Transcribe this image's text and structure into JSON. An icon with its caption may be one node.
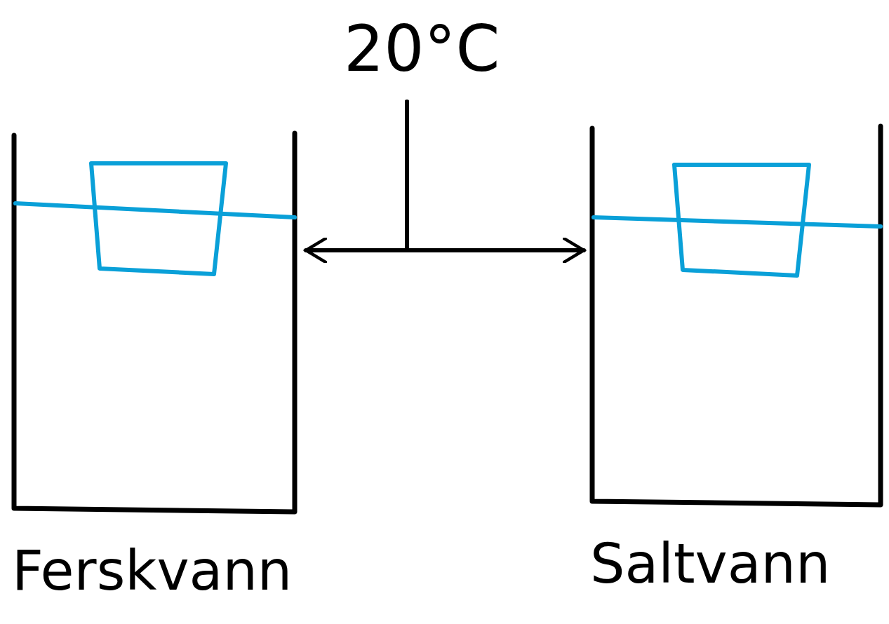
{
  "diagram": {
    "nodes": [
      {
        "text": [
          "20°C"
        ]
      },
      {
        "text": [
          "Ferskvann"
        ]
      },
      {
        "text": [
          "Saltvann"
        ]
      }
    ],
    "edges": [
      {
        "from": 0,
        "to": 1,
        "arrow": "to"
      },
      {
        "from": 0,
        "to": 2,
        "arrow": "to"
      }
    ]
  }
}
